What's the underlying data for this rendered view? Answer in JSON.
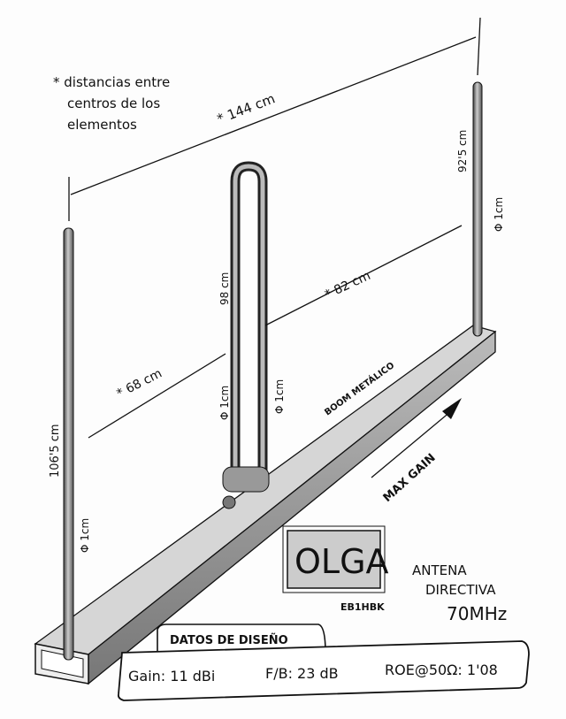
{
  "note": {
    "line1": "* distancias entre",
    "line2": "centros de los",
    "line3": "elementos"
  },
  "dimensions": {
    "total_length": "* 144 cm",
    "director_spacing": "* 82 cm",
    "reflector_spacing": "* 68 cm",
    "director_length": "92'5 cm",
    "director_diameter": "Φ 1cm",
    "dipole_length": "98 cm",
    "dipole_diameter_left": "Φ 1cm",
    "dipole_diameter_right": "Φ 1cm",
    "reflector_length": "106'5 cm",
    "reflector_diameter": "Φ 1cm"
  },
  "labels": {
    "boom": "BOOM METÁLICO",
    "max_gain": "MAX GAIN"
  },
  "logo": {
    "name": "OLGA",
    "callsign": "EB1HBK"
  },
  "title": {
    "line1": "ANTENA",
    "line2": "DIRECTIVA",
    "line3": "70MHz"
  },
  "specs": {
    "header": "DATOS DE DISEÑO",
    "gain": "Gain: 11 dBi",
    "fb": "F/B: 23 dB",
    "swr": "ROE@50Ω: 1'08"
  },
  "colors": {
    "ink": "#111111",
    "metal": "#9a9a9a",
    "paper": "#fdfdfd"
  }
}
